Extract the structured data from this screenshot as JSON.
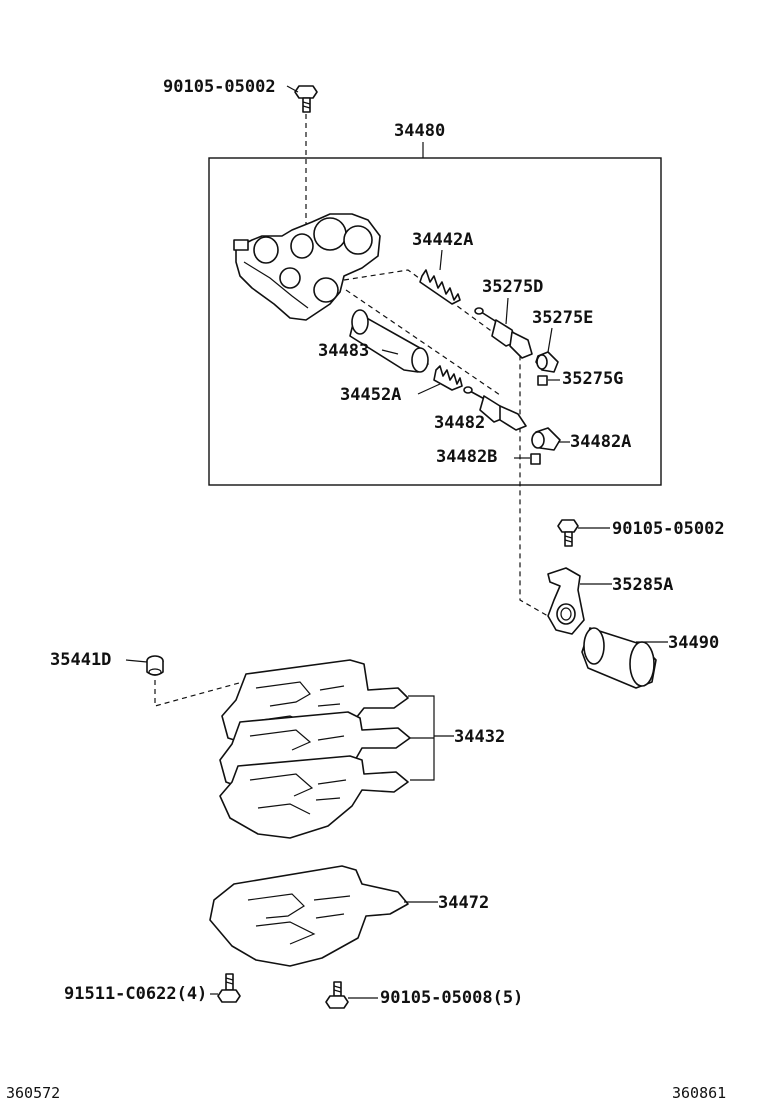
{
  "labels": {
    "bolt_top": "90105-05002",
    "valve_body_assy": "34480",
    "spring_34442a": "34442A",
    "valve_35275d": "35275D",
    "plug_35275e": "35275E",
    "clip_35275g": "35275G",
    "sleeve_34483": "34483",
    "spring_34452a": "34452A",
    "valve_34482": "34482",
    "plug_34482a": "34482A",
    "clip_34482b": "34482B",
    "bolt_mid": "90105-05002",
    "bracket_35285a": "35285A",
    "solenoid_34490": "34490",
    "strainer_35441d": "35441D",
    "gasket_34432": "34432",
    "plate_34472": "34472",
    "bolt_91511": "91511-C0622(4)",
    "bolt_90105_05008": "90105-05008(5)"
  },
  "footer": {
    "left_code": "360572",
    "right_code": "360861"
  }
}
